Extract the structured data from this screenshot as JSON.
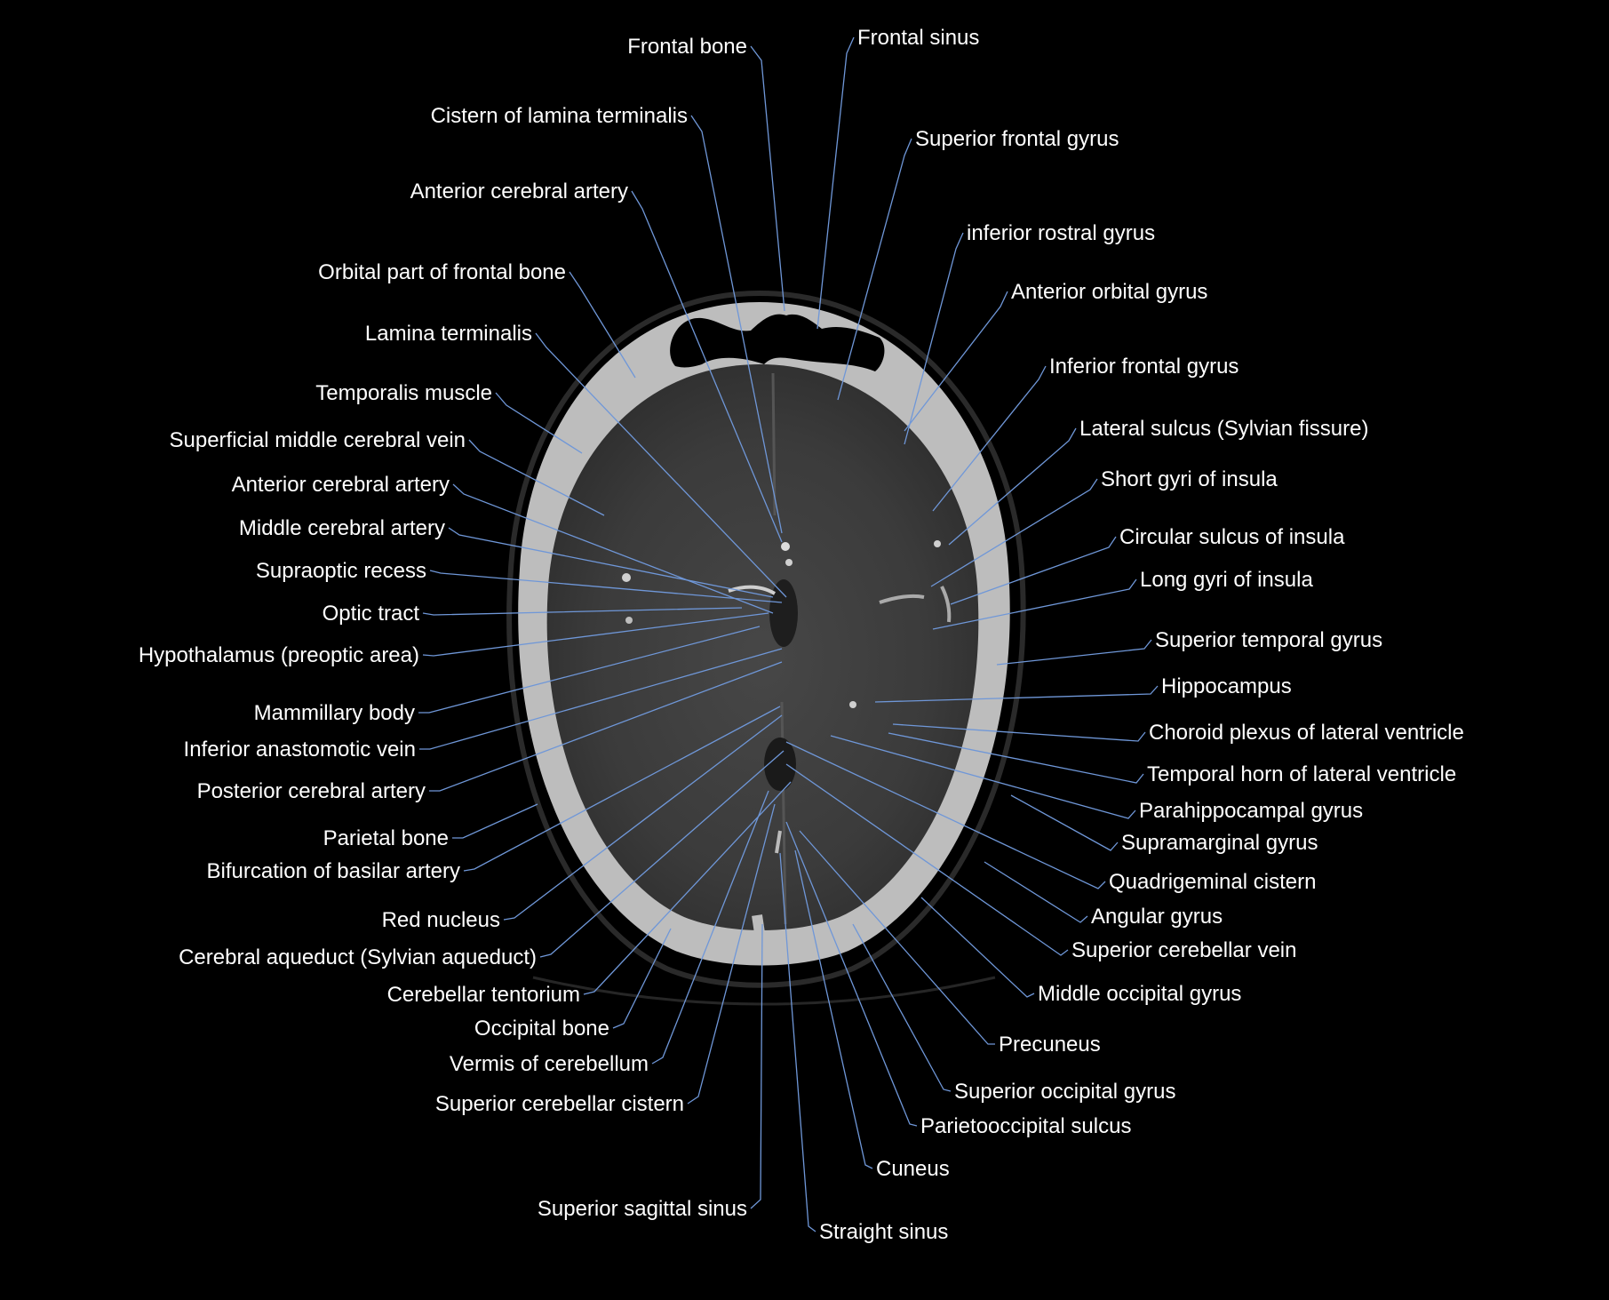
{
  "title": "",
  "colors": {
    "background": "#000000",
    "label_text": "#ffffff",
    "leader_line": "#6f97d8",
    "bone": "#bdbdbd",
    "brain": "#3a3a3a"
  },
  "labels": {
    "left": [
      "Frontal bone",
      "Cistern of lamina terminalis",
      "Anterior cerebral artery",
      "Orbital part of frontal bone",
      "Lamina terminalis",
      "Temporalis muscle",
      "Superficial middle cerebral vein",
      "Anterior cerebral artery",
      "Middle cerebral artery",
      "Supraoptic recess",
      "Optic tract",
      "Hypothalamus (preoptic area)",
      "Mammillary body",
      "Inferior anastomotic vein",
      "Posterior cerebral artery",
      "Parietal bone",
      "Bifurcation of basilar artery",
      "Red nucleus",
      "Cerebral aqueduct (Sylvian aqueduct)",
      "Cerebellar tentorium",
      "Occipital bone",
      "Vermis of cerebellum",
      "Superior cerebellar cistern",
      "Superior sagittal sinus"
    ],
    "right": [
      "Frontal sinus",
      "Superior frontal gyrus",
      "inferior rostral gyrus",
      "Anterior orbital gyrus",
      "Inferior frontal gyrus",
      "Lateral sulcus (Sylvian fissure)",
      "Short gyri of insula",
      "Circular sulcus of insula",
      "Long gyri of insula",
      "Superior temporal gyrus",
      "Hippocampus",
      "Choroid plexus of lateral ventricle",
      "Temporal horn of lateral ventricle",
      "Parahippocampal gyrus",
      "Supramarginal gyrus",
      "Quadrigeminal cistern",
      "Angular gyrus",
      "Superior cerebellar vein",
      "Middle occipital gyrus",
      "Precuneus",
      "Superior occipital gyrus",
      "Parietooccipital sulcus",
      "Cuneus",
      "Straight sinus"
    ]
  }
}
